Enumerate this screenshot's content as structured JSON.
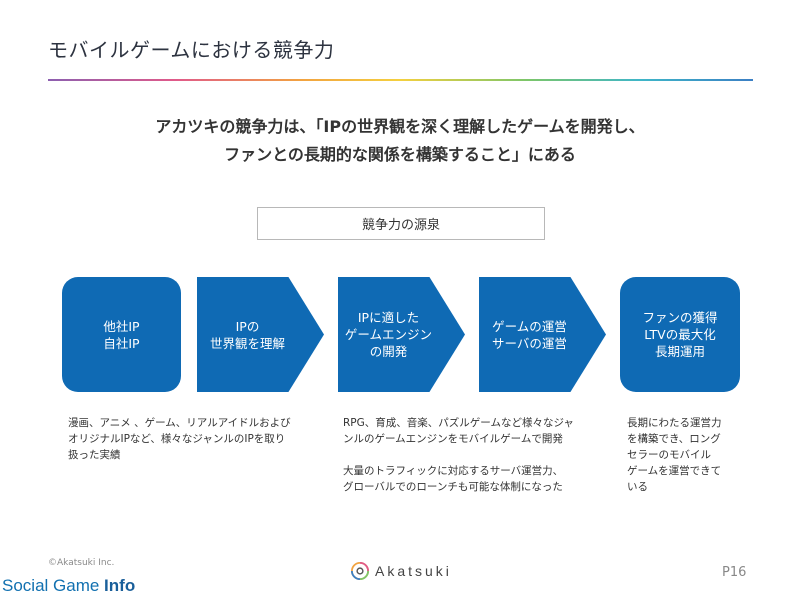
{
  "slide": {
    "title": "モバイルゲームにおける競争力",
    "headline": {
      "line1": "アカツキの競争力は、「IPの世界観を深く理解したゲームを開発し、",
      "line2": "ファンとの長期的な関係を構築すること」にある"
    },
    "source_label": "競争力の源泉"
  },
  "flow": [
    {
      "label": "他社IP\n自社IP"
    },
    {
      "label": "IPの\n世界観を理解"
    },
    {
      "label": "IPに適した\nゲームエンジン\nの開発"
    },
    {
      "label": "ゲームの運営\nサーバの運営"
    },
    {
      "label": "ファンの獲得\nLTVの最大化\n長期運用"
    }
  ],
  "descriptions": [
    "漫画、アニメ 、ゲーム、リアルアイドルおよび\nオリジナルIPなど、様々なジャンルのIPを取り\n扱った実績",
    "RPG、育成、音楽、パズルゲームなど様々なジャ\nンルのゲームエンジンをモバイルゲームで開発\n\n大量のトラフィックに対応するサーバ運営力、\nグローバルでのローンチも可能な体制になった",
    "長期にわたる運営力\nを構築でき、ロング\nセラーのモバイル\nゲームを運営できて\nいる"
  ],
  "footer": {
    "copyright": "©Akatsuki Inc.",
    "brand": "Akatsuki",
    "page": "P16"
  },
  "watermark": {
    "part1": "Social Game ",
    "part2": "Info"
  },
  "colors": {
    "flow_blue": "#0f6ab4",
    "title_text": "#2d3340"
  }
}
